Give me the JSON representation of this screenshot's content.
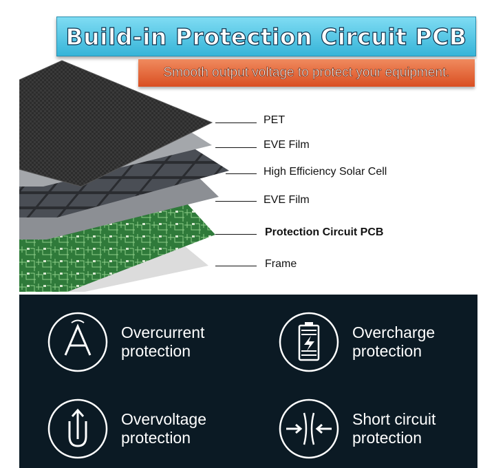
{
  "banner": {
    "title": "Build-in Protection Circuit PCB",
    "subtitle": "Smooth output voltage to protect your equipment."
  },
  "layers": [
    {
      "label": "PET"
    },
    {
      "label": "EVE Film"
    },
    {
      "label": "High Efficiency Solar Cell"
    },
    {
      "label": "EVE Film"
    },
    {
      "label": "Protection Circuit PCB"
    },
    {
      "label": "Frame"
    }
  ],
  "features": [
    {
      "line1": "Overcurrent",
      "line2": "protection",
      "icon": "ampere-icon"
    },
    {
      "line1": "Overcharge",
      "line2": "protection",
      "icon": "battery-charge-icon"
    },
    {
      "line1": "Overvoltage",
      "line2": "protection",
      "icon": "up-arrow-u-icon"
    },
    {
      "line1": "Short circuit",
      "line2": "protection",
      "icon": "converging-arrows-icon"
    }
  ],
  "colors": {
    "title_banner": "#36b4d8",
    "subtitle_banner": "#d94f22",
    "bottom_panel": "#0b1a24",
    "pcb_green": "#2f7a3a"
  }
}
